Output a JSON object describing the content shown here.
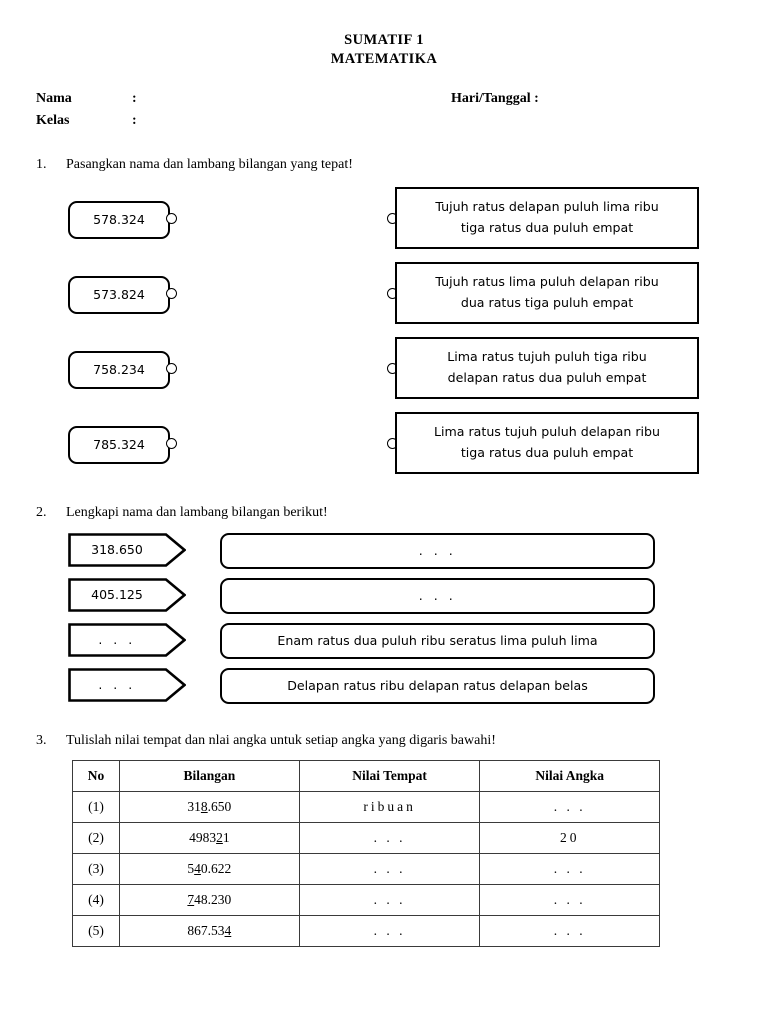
{
  "header": {
    "title_line1": "SUMATIF 1",
    "title_line2": "MATEMATIKA",
    "nama_label": "Nama",
    "nama_colon": ":",
    "nama_value": "",
    "kelas_label": "Kelas",
    "kelas_colon": ":",
    "kelas_value": "",
    "hari_tanggal_label": "Hari/Tanggal :"
  },
  "questions": [
    {
      "number": "1.",
      "text": "Pasangkan nama dan lambang bilangan yang tepat!",
      "left_items": [
        {
          "value": "578.324"
        },
        {
          "value": "573.824"
        },
        {
          "value": "758.234"
        },
        {
          "value": "785.324"
        }
      ],
      "right_items": [
        {
          "line1": "Tujuh ratus delapan puluh lima ribu",
          "line2": "tiga ratus dua puluh empat"
        },
        {
          "line1": "Tujuh ratus lima puluh delapan ribu",
          "line2": "dua ratus tiga puluh empat"
        },
        {
          "line1": "Lima ratus tujuh puluh tiga ribu",
          "line2": "delapan ratus dua puluh empat"
        },
        {
          "line1": "Lima ratus tujuh puluh delapan ribu",
          "line2": "tiga ratus dua puluh empat"
        }
      ]
    },
    {
      "number": "2.",
      "text": "Lengkapi nama dan lambang bilangan berikut!",
      "rows": [
        {
          "lambang": "318.650",
          "nama": ". . ."
        },
        {
          "lambang": "405.125",
          "nama": ". . ."
        },
        {
          "lambang": ". . .",
          "nama": "Enam ratus dua puluh ribu seratus lima puluh lima"
        },
        {
          "lambang": ". . .",
          "nama": "Delapan ratus ribu delapan ratus delapan belas"
        }
      ]
    },
    {
      "number": "3.",
      "text": "Tulislah nilai tempat dan nlai angka untuk setiap angka yang digaris bawahi!",
      "table": {
        "headers": [
          "No",
          "Bilangan",
          "Nilai Tempat",
          "Nilai Angka"
        ],
        "rows": [
          {
            "no": "(1)",
            "bil_pre": "31",
            "bil_mark": "8",
            "bil_post": ".650",
            "tempat": "ribuan",
            "angka": ". . ."
          },
          {
            "no": "(2)",
            "bil_pre": "4983",
            "bil_mark": "2",
            "bil_post": "1",
            "tempat": ". . .",
            "angka": "20"
          },
          {
            "no": "(3)",
            "bil_pre": "5",
            "bil_mark": "4",
            "bil_post": "0.622",
            "tempat": ". . .",
            "angka": ". . ."
          },
          {
            "no": "(4)",
            "bil_pre": "",
            "bil_mark": "7",
            "bil_post": "48.230",
            "tempat": ". . .",
            "angka": ". . ."
          },
          {
            "no": "(5)",
            "bil_pre": "867.53",
            "bil_mark": "4",
            "bil_post": "",
            "tempat": ". . .",
            "angka": ". . ."
          }
        ]
      }
    }
  ]
}
